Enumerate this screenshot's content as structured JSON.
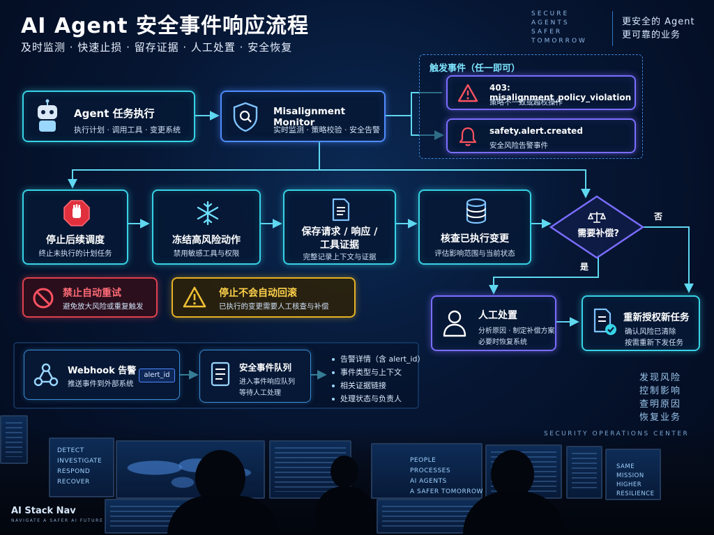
{
  "header": {
    "title": "AI Agent 安全事件响应流程",
    "subtitle": "及时监测 · 快速止损 · 留存证据 · 人工处置 · 安全恢复",
    "tagline_en": "SECURE\nAGENTS\nSAFER\nTOMORROW",
    "tagline_cn": "更安全的 Agent\n更可靠的业务"
  },
  "nodes": {
    "agent_task": {
      "title": "Agent 任务执行",
      "subtitle": "执行计划 · 调用工具 · 变更系统",
      "icon": "robot-icon"
    },
    "monitor": {
      "title": "Misalignment Monitor",
      "subtitle": "实时监测 · 策略校验 · 安全告警",
      "icon": "shield-search-icon"
    },
    "trigger_panel": {
      "title": "触发事件（任一即可）",
      "events": [
        {
          "title": "403: misalignment_policy_violation",
          "subtitle": "策略不一致或越权操作",
          "icon": "warning-triangle-icon"
        },
        {
          "title": "safety.alert.created",
          "subtitle": "安全风险告警事件",
          "icon": "bell-icon"
        }
      ]
    },
    "stop_scheduling": {
      "title": "停止后续调度",
      "subtitle": "终止未执行的计划任务",
      "icon": "stop-hand-icon"
    },
    "freeze_actions": {
      "title": "冻结高风险动作",
      "subtitle": "禁用敏感工具与权限",
      "icon": "snowflake-icon"
    },
    "preserve_evidence": {
      "title_line1": "保存请求 / 响应 /",
      "title_line2": "工具证据",
      "subtitle": "完整记录上下文与证据",
      "icon": "document-icon"
    },
    "check_changes": {
      "title": "核查已执行变更",
      "subtitle": "评估影响范围与当前状态",
      "icon": "database-icon"
    },
    "decision": {
      "question": "需要补偿?",
      "yes": "是",
      "no": "否",
      "icon": "scales-icon"
    },
    "manual_handling": {
      "title": "人工处置",
      "subtitle_line1": "分析原因 · 制定补偿方案",
      "subtitle_line2": "必要时恢复系统",
      "icon": "person-icon"
    },
    "reauthorize": {
      "title": "重新授权新任务",
      "subtitle_line1": "确认风险已清除",
      "subtitle_line2": "按需重新下发任务",
      "icon": "document-check-icon"
    }
  },
  "warnings": {
    "no_retry": {
      "title": "禁止自动重试",
      "subtitle": "避免放大风险或重复触发",
      "icon": "prohibited-icon"
    },
    "no_rollback": {
      "title": "停止不会自动回滚",
      "subtitle": "已执行的变更需要人工核查与补偿",
      "icon": "warning-triangle-icon"
    }
  },
  "webhook": {
    "title": "Webhook 告警",
    "subtitle": "推送事件到外部系统",
    "tag": "alert_id",
    "icon": "webhook-icon",
    "queue": {
      "title": "安全事件队列",
      "subtitle_line1": "进入事件响应队列",
      "subtitle_line2": "等待人工处理",
      "icon": "list-icon"
    },
    "details": [
      "告警详情（含 alert_id）",
      "事件类型与上下文",
      "相关证据链接",
      "处理状态与负责人"
    ]
  },
  "right_words": [
    "发现风险",
    "控制影响",
    "查明原因",
    "恢复业务"
  ],
  "soc_label": "SECURITY OPERATIONS CENTER",
  "screens": {
    "left": [
      "DETECT",
      "INVESTIGATE",
      "RESPOND",
      "RECOVER"
    ],
    "center": [
      "PEOPLE",
      "PROCESSES",
      "AI AGENTS",
      "A SAFER TOMORROW"
    ],
    "right": [
      "SAME",
      "MISSION",
      "HIGHER",
      "RESILIENCE"
    ]
  },
  "brand": {
    "name": "AI Stack Nav",
    "tagline": "NAVIGATE A SAFER AI FUTURE"
  },
  "colors": {
    "cyan": "#37d3e6",
    "blue": "#4f8cff",
    "violet": "#7b6dff",
    "red": "#e0404d",
    "amber": "#e7b224"
  }
}
